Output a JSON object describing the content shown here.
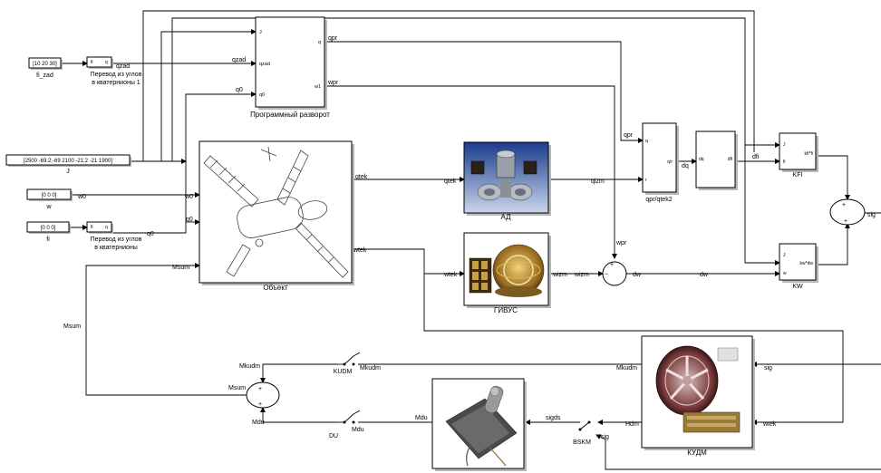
{
  "const_fizad": "[10 20 30]",
  "label_fizad": "fi_zad",
  "const_J": "[2500 -69.2;-69 2100 -21;2 -21 1900]",
  "label_J": "J",
  "const_w": "[0  0  0]",
  "label_w": "w",
  "const_fi": "[0  0  0]",
  "label_fi": "fi",
  "conv1_caption": [
    "Перевод из углов",
    "в кватернионы 1"
  ],
  "conv2_caption": [
    "Перевод из углов",
    "в кватернионы"
  ],
  "prog_caption": "Программный разворот",
  "prog_ports_in": [
    "J",
    "qzad",
    "q0"
  ],
  "prog_ports_out": [
    "q",
    "w1"
  ],
  "object_caption": "Объект",
  "ad_caption": "АД",
  "gyro_caption": "ГИВУС",
  "kudm_caption": "КУДМ",
  "qpr_caption": "qpr/qtek2",
  "kfi_caption": "KFI",
  "kw_caption": "KW",
  "kfi_ports": [
    "J",
    "fi",
    "kfi*fi"
  ],
  "kw_ports": [
    "J",
    "w",
    "kw*dw"
  ],
  "switch_kudm": "KUDM",
  "switch_du": "DU",
  "switch_bskm": "BSKM",
  "signals": {
    "qzad": "qzad",
    "qpr": "qpr",
    "wpr": "wpr",
    "q0": "q0",
    "w0": "w0",
    "qtek": "qtek",
    "wtek": "wtek",
    "qizm": "qizm",
    "wizm": "wizm",
    "dq": "dq",
    "dfi": "dfi",
    "dw": "dw",
    "sig": "sig",
    "Msum": "Msum",
    "Mkudm": "Mkudm",
    "Mdu": "Mdu",
    "sigds": "sigds",
    "Hdm": "Hdm"
  }
}
